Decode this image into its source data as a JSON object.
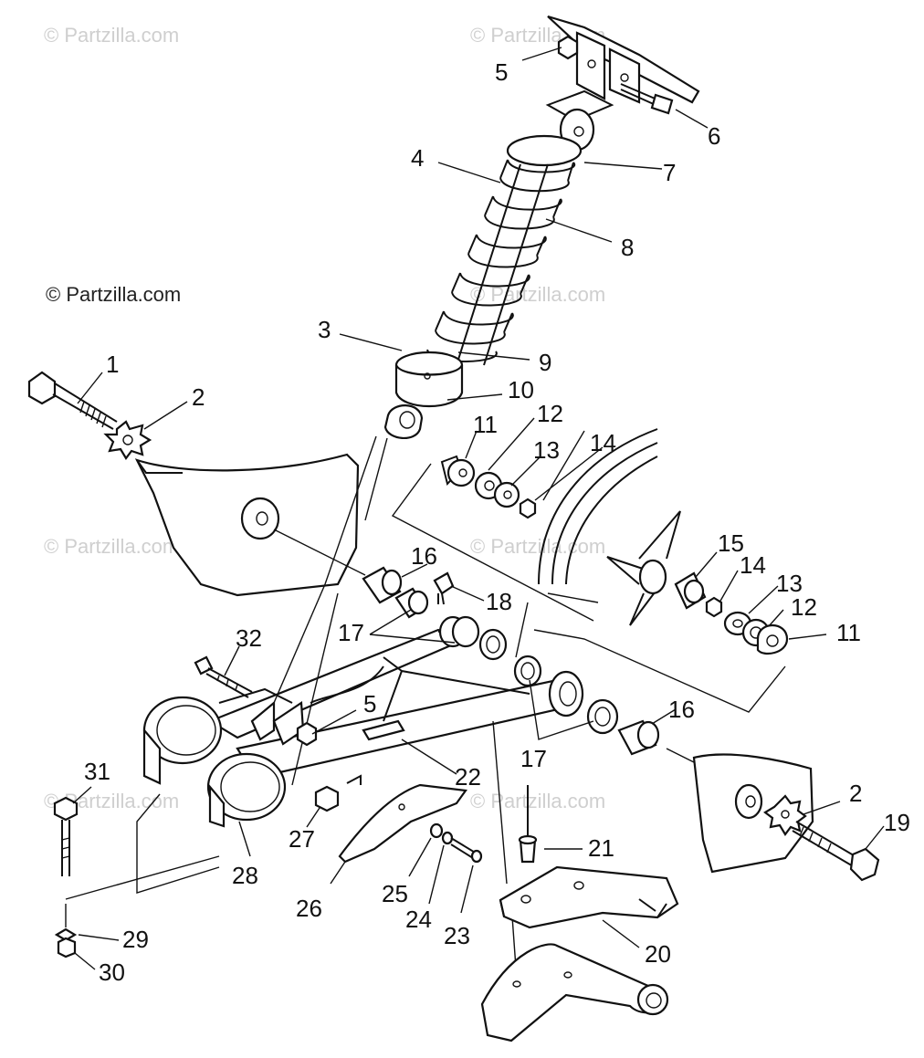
{
  "watermarks": [
    "© Partzilla.com",
    "© Partzilla.com",
    "© Partzilla.com",
    "© Partzilla.com",
    "© Partzilla.com",
    "© Partzilla.com",
    "© Partzilla.com"
  ],
  "watermark_main": "© Partzilla.com",
  "callouts": {
    "c1": "1",
    "c2a": "2",
    "c2b": "2",
    "c3": "3",
    "c4": "4",
    "c5a": "5",
    "c5b": "5",
    "c6": "6",
    "c7": "7",
    "c8": "8",
    "c9": "9",
    "c10": "10",
    "c11a": "11",
    "c11b": "11",
    "c12a": "12",
    "c12b": "12",
    "c13a": "13",
    "c13b": "13",
    "c14a": "14",
    "c14b": "14",
    "c15": "15",
    "c16a": "16",
    "c16b": "16",
    "c17a": "17",
    "c17b": "17",
    "c18": "18",
    "c19": "19",
    "c20": "20",
    "c21": "21",
    "c22": "22",
    "c23": "23",
    "c24": "24",
    "c25": "25",
    "c26": "26",
    "c27": "27",
    "c28": "28",
    "c29": "29",
    "c30": "30",
    "c31": "31",
    "c32": "32"
  }
}
